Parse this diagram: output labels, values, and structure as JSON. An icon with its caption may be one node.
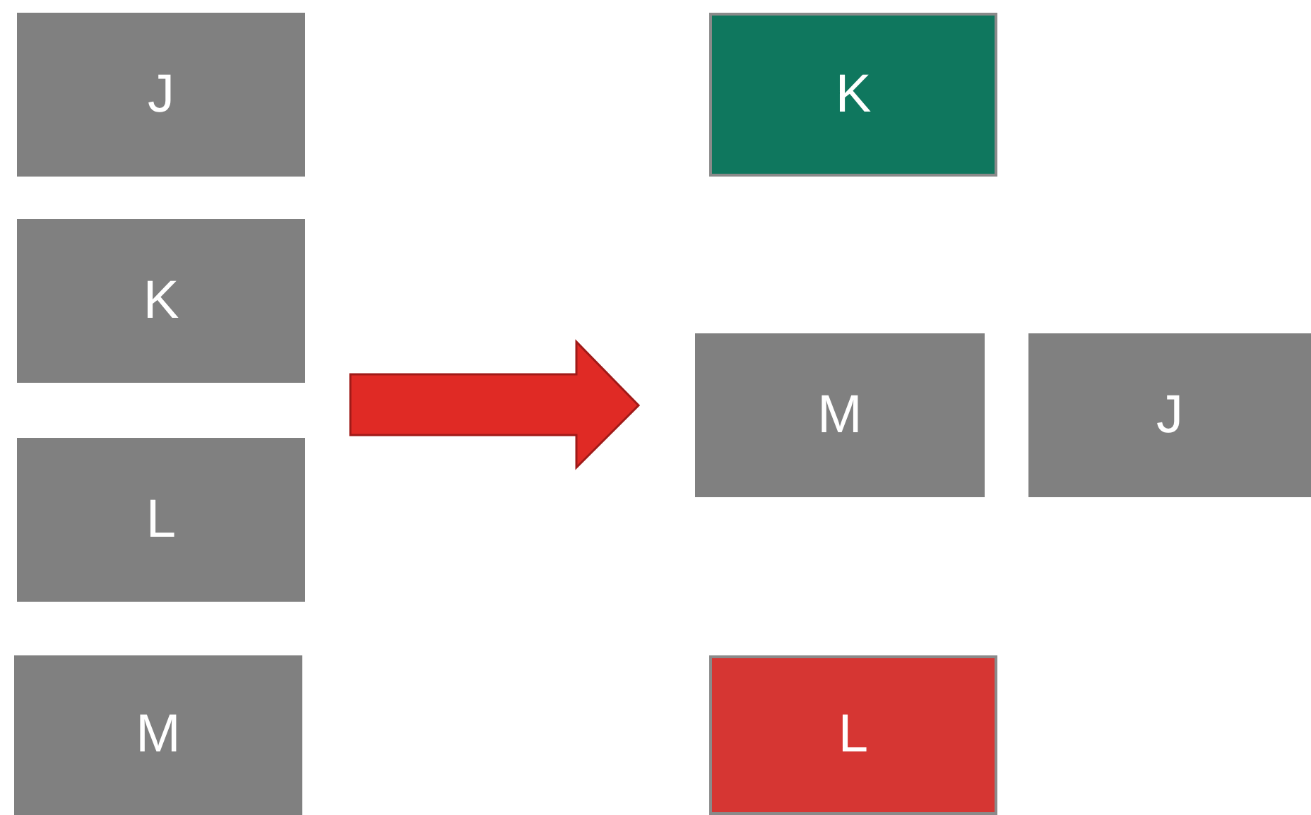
{
  "diagram": {
    "nodes": [
      {
        "text": [
          "J"
        ]
      },
      {
        "text": [
          "K"
        ]
      },
      {
        "text": [
          "L"
        ]
      },
      {
        "text": [
          "M"
        ]
      },
      {
        "text": [
          "K"
        ]
      },
      {
        "text": [
          "M"
        ]
      },
      {
        "text": [
          "J"
        ]
      },
      {
        "text": [
          "L"
        ]
      }
    ]
  }
}
